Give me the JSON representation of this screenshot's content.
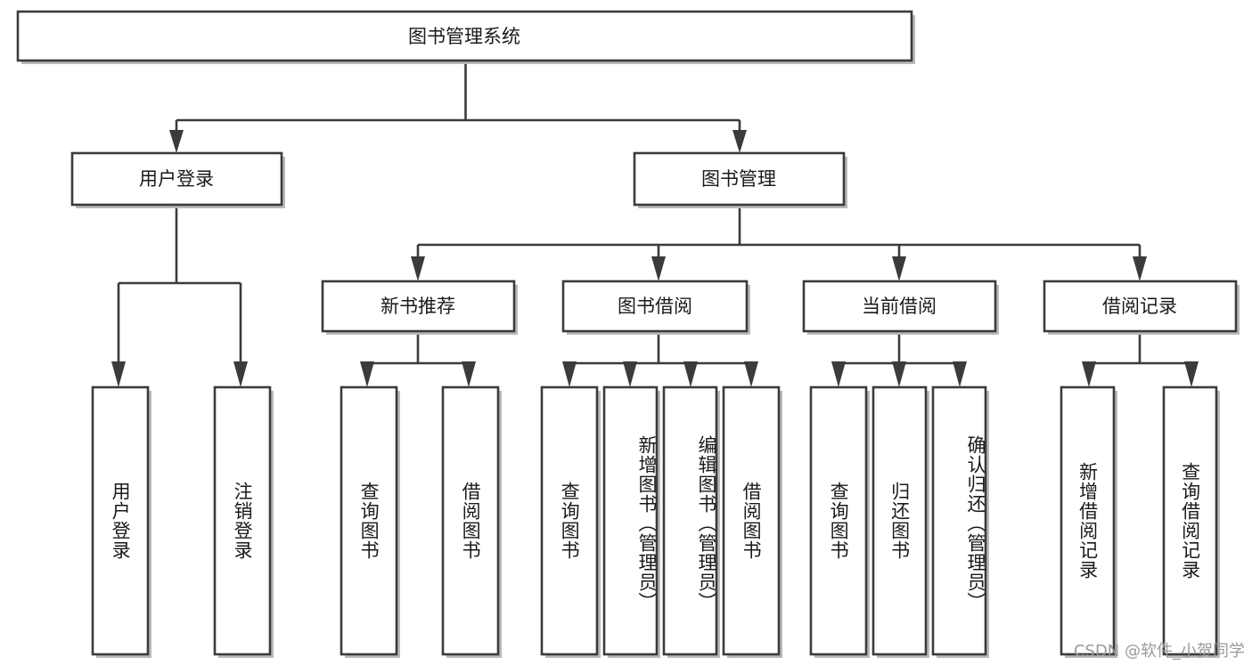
{
  "diagram": {
    "type": "tree",
    "title": "图书管理系统",
    "orientation": "top-down",
    "colors": {
      "box_stroke": "#3b3b3b",
      "box_fill": "#ffffff",
      "connector": "#3b3b3b",
      "text": "#1a1a1a",
      "watermark": "#9a9a9a",
      "background": "#ffffff"
    },
    "root": {
      "label": "图书管理系统"
    },
    "level2": [
      {
        "label": "用户登录"
      },
      {
        "label": "图书管理"
      }
    ],
    "level3": [
      {
        "label": "新书推荐"
      },
      {
        "label": "图书借阅"
      },
      {
        "label": "当前借阅"
      },
      {
        "label": "借阅记录"
      }
    ],
    "leaves": [
      {
        "label": "用户登录",
        "parent": "用户登录"
      },
      {
        "label": "注销登录",
        "parent": "用户登录"
      },
      {
        "label": "查询图书",
        "parent": "新书推荐"
      },
      {
        "label": "借阅图书",
        "parent": "新书推荐"
      },
      {
        "label": "查询图书",
        "parent": "图书借阅"
      },
      {
        "label": "新增图书（管理员）",
        "parent": "图书借阅"
      },
      {
        "label": "编辑图书（管理员）",
        "parent": "图书借阅"
      },
      {
        "label": "借阅图书",
        "parent": "图书借阅"
      },
      {
        "label": "查询图书",
        "parent": "当前借阅"
      },
      {
        "label": "归还图书",
        "parent": "当前借阅"
      },
      {
        "label": "确认归还（管理员）",
        "parent": "当前借阅"
      },
      {
        "label": "新增借阅记录",
        "parent": "借阅记录"
      },
      {
        "label": "查询借阅记录",
        "parent": "借阅记录"
      }
    ]
  },
  "watermark": {
    "text": "CSDN @软件_小贺同学"
  }
}
